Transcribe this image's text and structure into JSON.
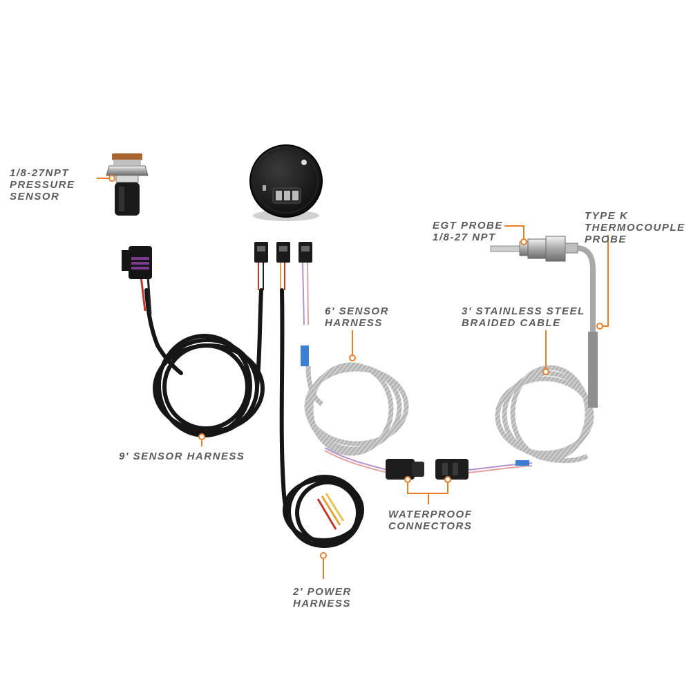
{
  "accent_color": "#ea7d26",
  "labels": {
    "pressure_sensor": {
      "line1": "1/8-27NPT",
      "line2": "PRESSURE",
      "line3": "SENSOR"
    },
    "egt_probe": {
      "line1": "EGT PROBE",
      "line2": "1/8-27 NPT"
    },
    "thermocouple": {
      "line1": "TYPE K",
      "line2": "THERMOCOUPLE",
      "line3": "PROBE"
    },
    "six_ft_harness": {
      "line1": "6' SENSOR",
      "line2": "HARNESS"
    },
    "braided_cable": {
      "line1": "3' STAINLESS STEEL",
      "line2": "BRAIDED CABLE"
    },
    "nine_ft_harness": {
      "line1": "9' SENSOR HARNESS"
    },
    "waterproof": {
      "line1": "WATERPROOF",
      "line2": "CONNECTORS"
    },
    "power_harness": {
      "line1": "2' POWER",
      "line2": "HARNESS"
    }
  }
}
